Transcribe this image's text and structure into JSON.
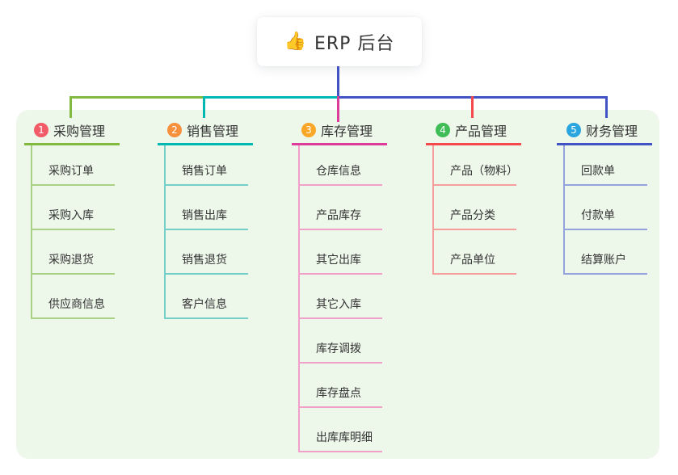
{
  "root": {
    "icon": "thumbs-up-icon",
    "icon_glyph": "👍",
    "title": "ERP 后台"
  },
  "canvas": {
    "background": "#edf7ea"
  },
  "connector": {
    "trunk_color": "#4254c5"
  },
  "branches": [
    {
      "number": "1",
      "label": "采购管理",
      "color": "#81ba3f",
      "light_color": "#a9d284",
      "badge_color": "#f25c68",
      "children": [
        "采购订单",
        "采购入库",
        "采购退货",
        "供应商信息"
      ]
    },
    {
      "number": "2",
      "label": "销售管理",
      "color": "#00b8b2",
      "light_color": "#74cfc9",
      "badge_color": "#f7913d",
      "children": [
        "销售订单",
        "销售出库",
        "销售退货",
        "客户信息"
      ]
    },
    {
      "number": "3",
      "label": "库存管理",
      "color": "#de3c9b",
      "light_color": "#f0a0c9",
      "badge_color": "#faa727",
      "children": [
        "仓库信息",
        "产品库存",
        "其它出库",
        "其它入库",
        "库存调拨",
        "库存盘点",
        "出库库明细"
      ]
    },
    {
      "number": "4",
      "label": "产品管理",
      "color": "#f4484c",
      "light_color": "#f59e9b",
      "badge_color": "#3fbe58",
      "children": [
        "产品（物料）",
        "产品分类",
        "产品单位"
      ]
    },
    {
      "number": "5",
      "label": "财务管理",
      "color": "#4254c5",
      "light_color": "#93a3db",
      "badge_color": "#2aa5de",
      "children": [
        "回款单",
        "付款单",
        "结算账户"
      ]
    }
  ]
}
